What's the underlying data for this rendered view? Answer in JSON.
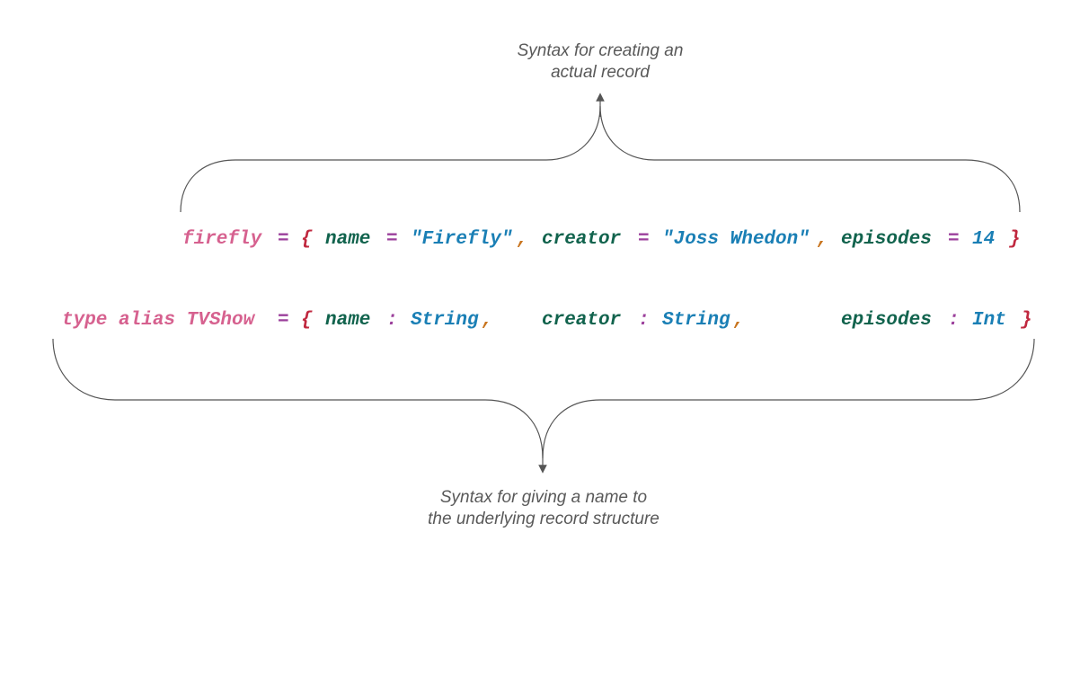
{
  "captions": {
    "top": [
      "Syntax for creating an",
      "actual record"
    ],
    "bottom": [
      "Syntax for giving a name to",
      "the underlying record structure"
    ]
  },
  "record_line": {
    "tokens": [
      "firefly",
      "=",
      "{",
      "name",
      "=",
      "\"Firefly\"",
      ",",
      "creator",
      "=",
      "\"Joss Whedon\"",
      ",",
      "episodes",
      "=",
      "14",
      "}"
    ]
  },
  "alias_line": {
    "tokens": [
      "type alias TVShow",
      "=",
      "{",
      "name",
      ":",
      "String",
      ",",
      "creator",
      ":",
      "String",
      ",",
      "episodes",
      ":",
      "Int",
      "}"
    ]
  },
  "colors": {
    "keyword": "#d6618f",
    "operator": "#9b3f9b",
    "brace": "#c0283f",
    "field": "#11634d",
    "value": "#1a7fb5",
    "comma": "#c8741e",
    "caption": "#595959",
    "line": "#555555"
  }
}
